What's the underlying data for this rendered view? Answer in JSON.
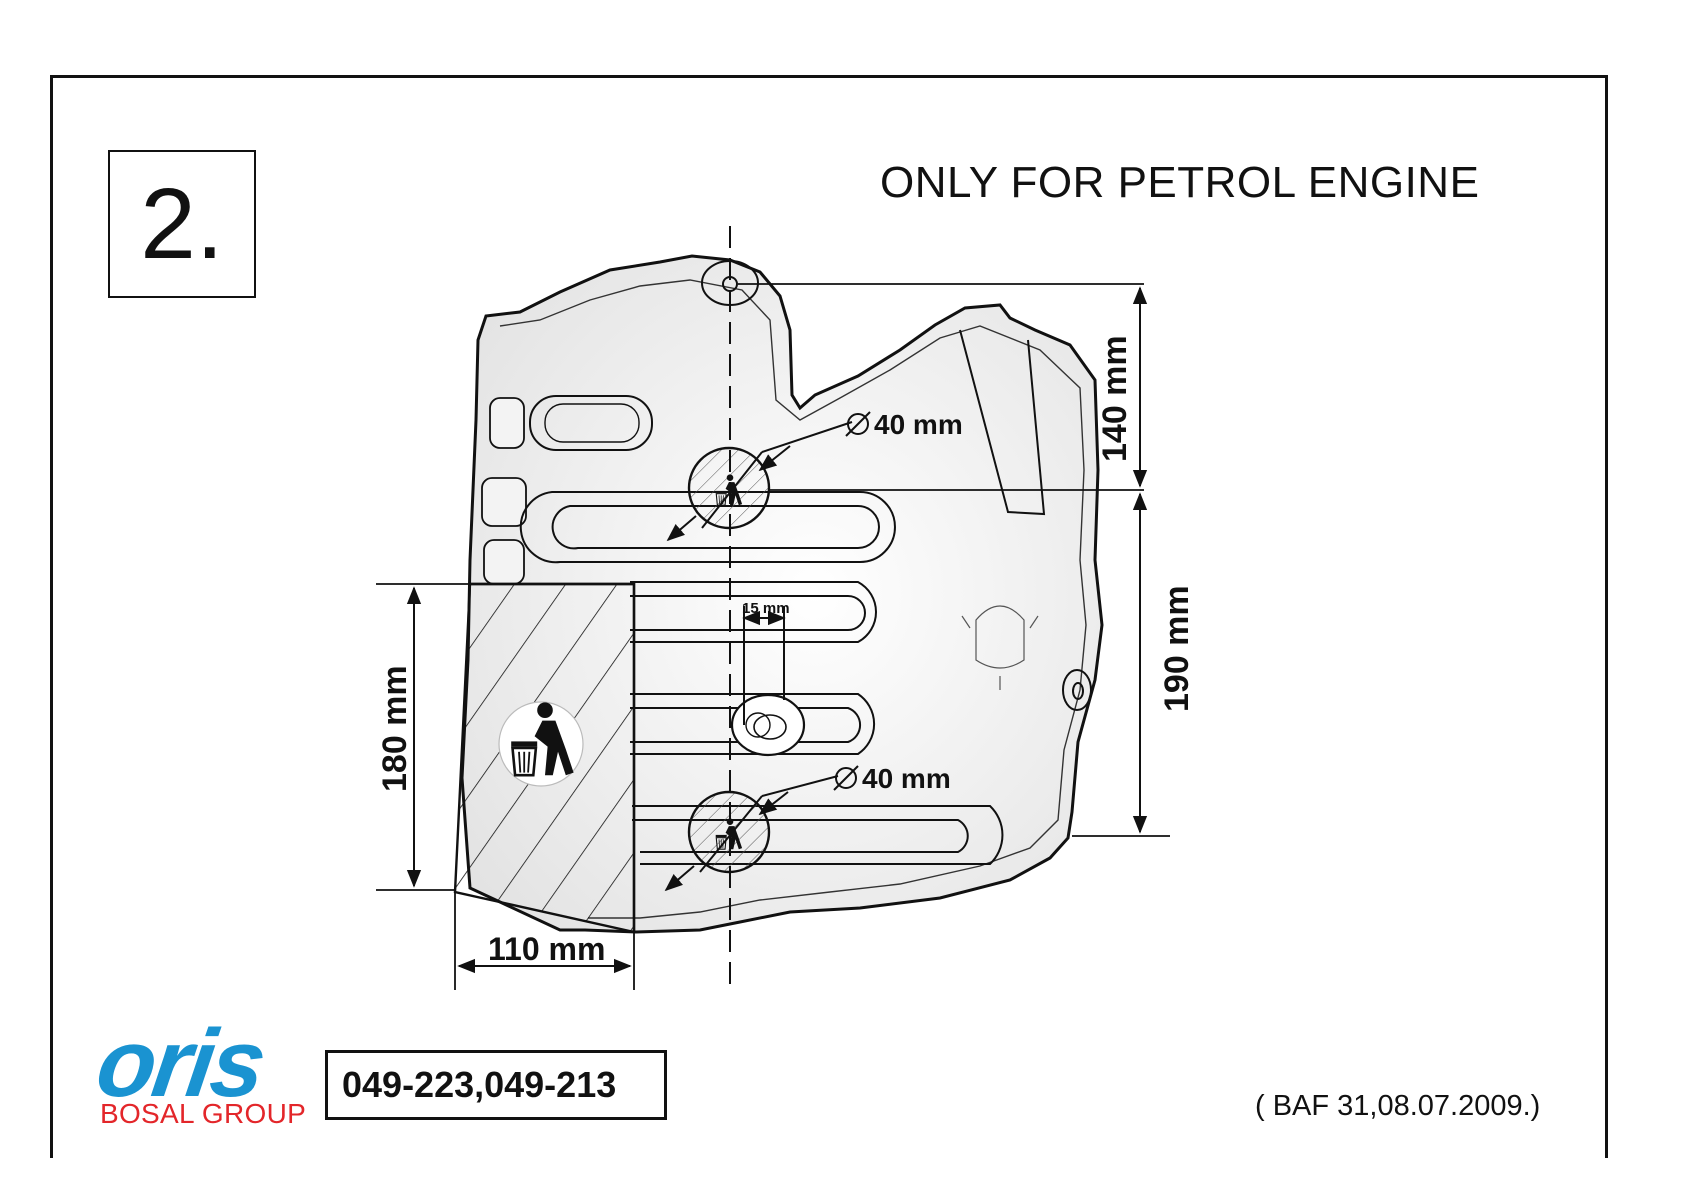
{
  "step": {
    "number": "2."
  },
  "title": "ONLY FOR PETROL ENGINE",
  "dimensions": {
    "hole_top_diameter": "40 mm",
    "hole_bottom_diameter": "40 mm",
    "vertical_top": "140 mm",
    "vertical_right": "190 mm",
    "vertical_left": "180 mm",
    "horizontal_bottom": "110 mm",
    "slot_width": "15 mm"
  },
  "icons": [
    "recycle-bin-icon",
    "diameter-symbol"
  ],
  "brand": {
    "name": "oris",
    "group": "BOSAL GROUP",
    "primary_color": "#1a93d1",
    "secondary_color": "#e3262a"
  },
  "part_numbers": "049-223,049-213",
  "reference": "( BAF 31,08.07.2009.)"
}
